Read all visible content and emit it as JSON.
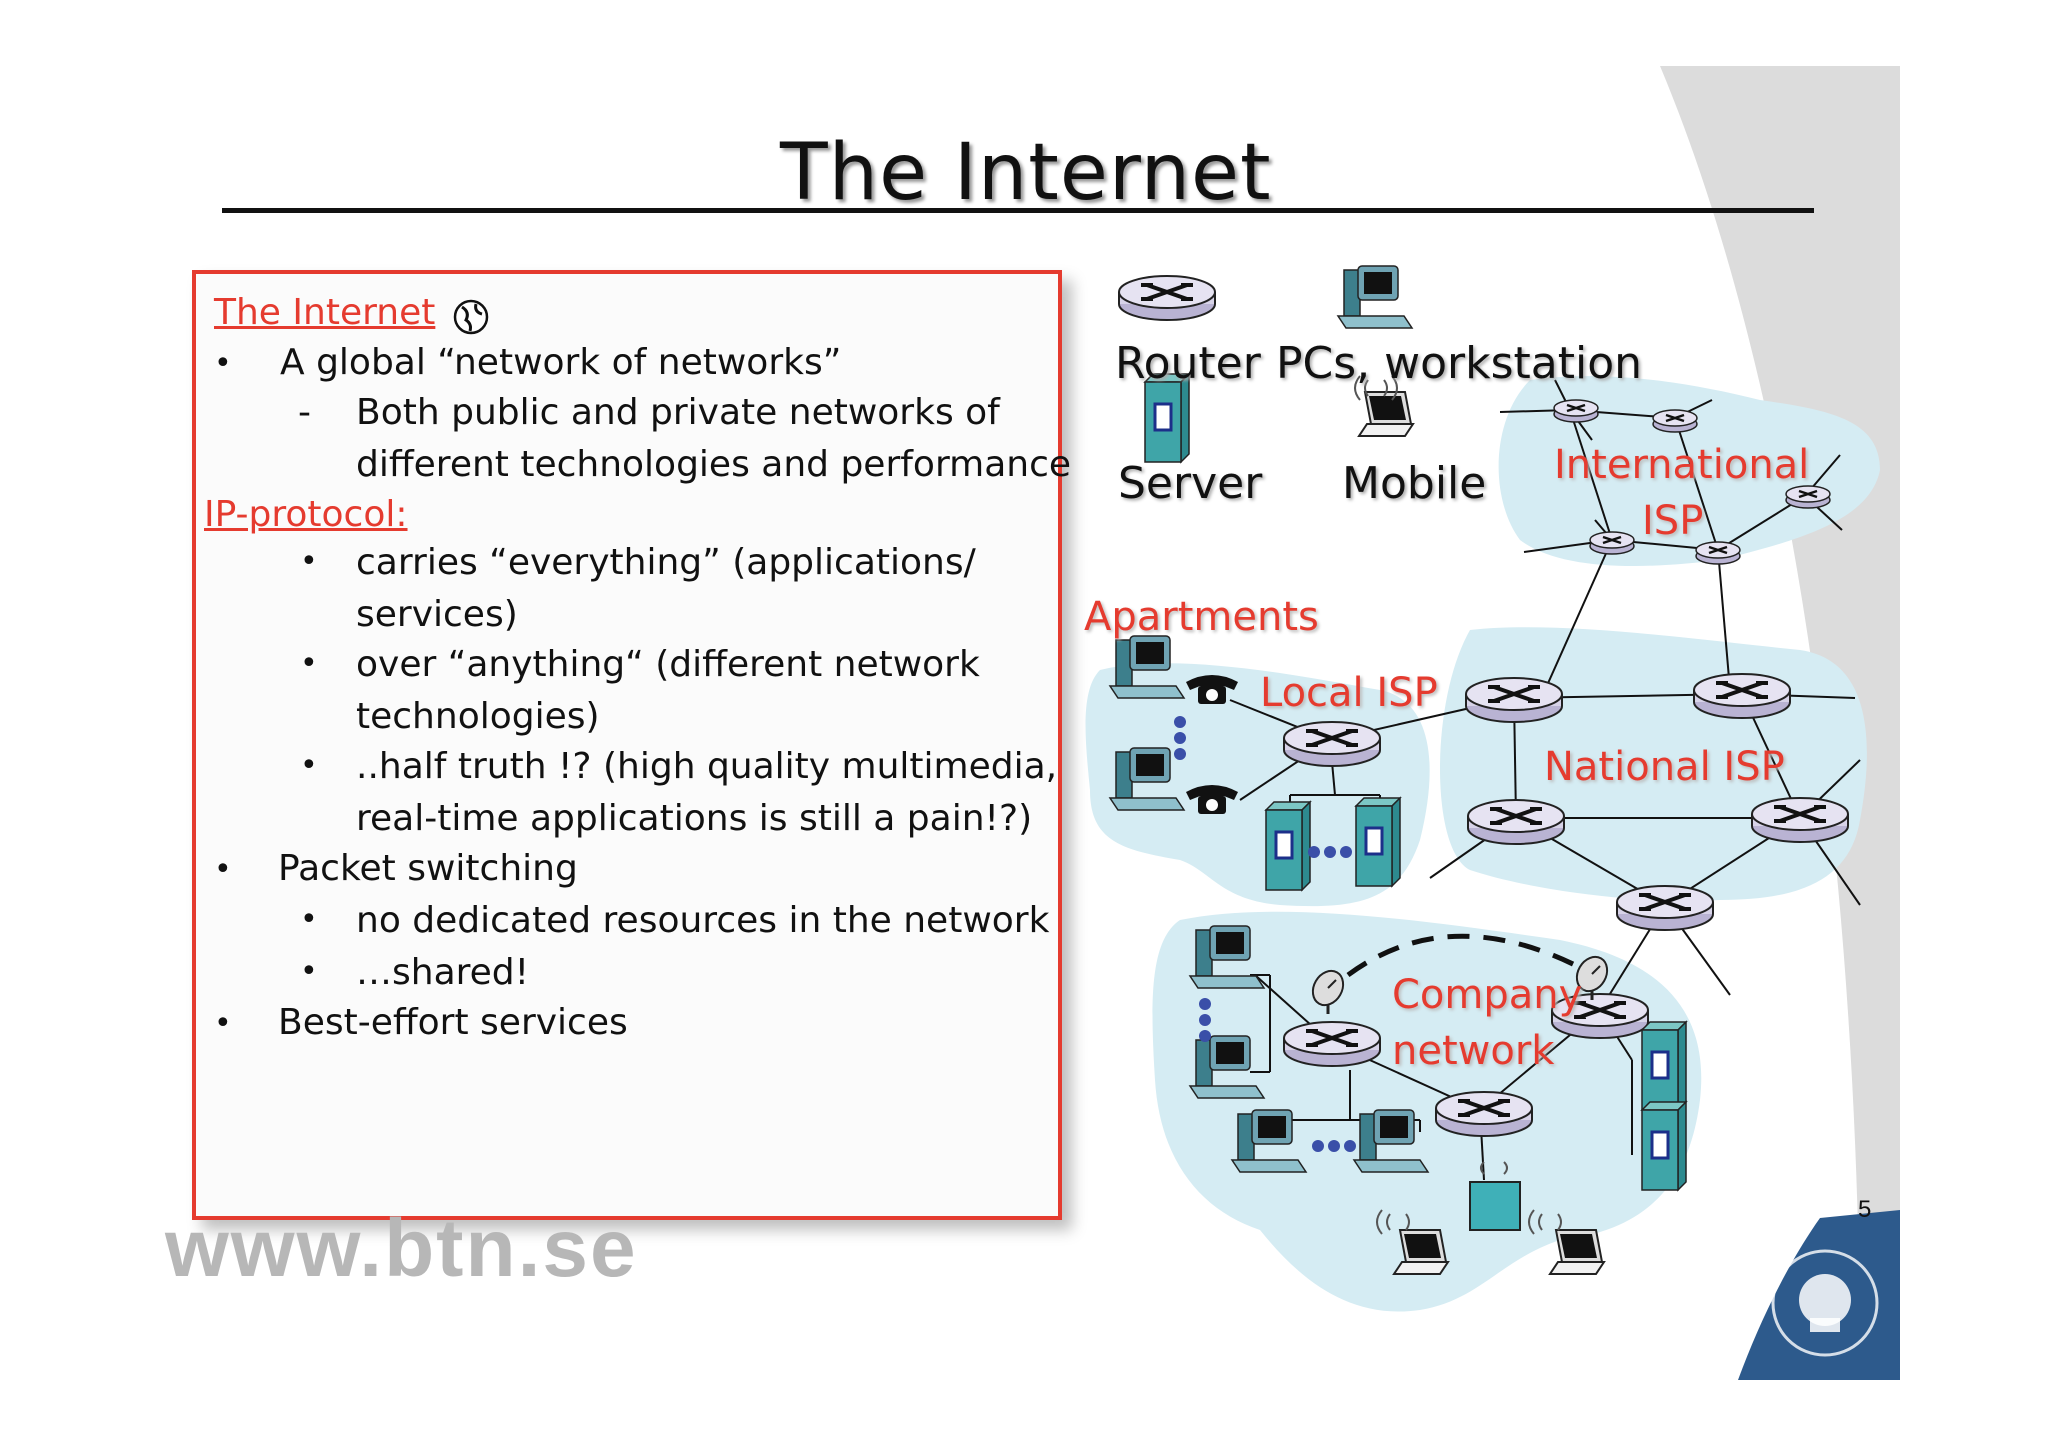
{
  "title": "The Internet",
  "left_box": {
    "heading": "The Internet",
    "lines": [
      "A global “network of networks”",
      "Both public and private networks of",
      "different technologies and performance",
      "IP-protocol:",
      "carries “everything” (applications/",
      "services)",
      "over “anything“ (different network",
      "technologies)",
      "..half truth !? (high quality multimedia,",
      "real-time applications is still a pain!?)",
      "Packet switching",
      "no dedicated resources in the network",
      "…shared!",
      "Best-effort services"
    ]
  },
  "legend": {
    "router": "Router",
    "pcs": "PCs, workstation",
    "server": "Server",
    "mobile": "Mobile"
  },
  "regions": {
    "international_1": "International",
    "international_2": "ISP",
    "apartments": "Apartments",
    "local_isp": "Local ISP",
    "national_isp": "National ISP",
    "company_1": "Company",
    "company_2": "network"
  },
  "watermark": "www.btn.se",
  "page_number": "5",
  "colors": {
    "accent_red": "#e53b2f",
    "cloud": "#d5ecf3",
    "router": "#d7d3e8"
  }
}
